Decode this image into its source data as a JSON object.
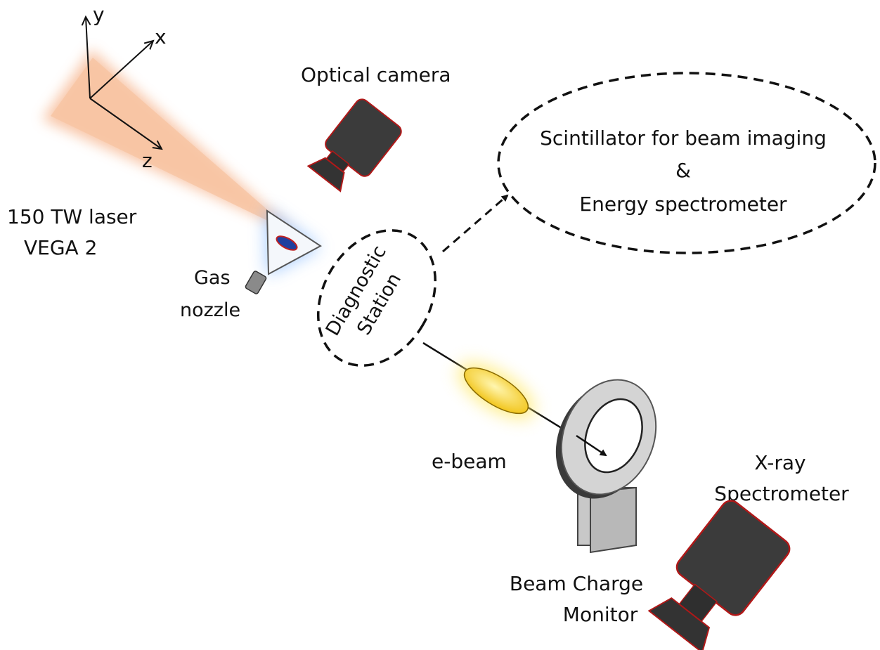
{
  "axes": {
    "x": "x",
    "y": "y",
    "z": "z"
  },
  "laser": {
    "line1": "150 TW laser",
    "line2": "VEGA 2"
  },
  "gas_nozzle": {
    "line1": "Gas",
    "line2": "nozzle"
  },
  "optical_camera": {
    "label": "Optical camera"
  },
  "diagnostic_station": {
    "line1": "Diagnostic",
    "line2": "Station"
  },
  "scintillator": {
    "line1": "Scintillator for beam imaging",
    "line2": "&",
    "line3": "Energy spectrometer"
  },
  "ebeam": {
    "label": "e-beam"
  },
  "bcm": {
    "line1": "Beam Charge",
    "line2": "Monitor"
  },
  "xray": {
    "line1": "X-ray",
    "line2": "Spectrometer"
  },
  "colors": {
    "laser": "#f6b48c",
    "plasma_glow": "#7fb6ff",
    "plasma_core": "#1f3f9f",
    "beam": "#ffd84a",
    "camera_body": "#3b3b3b",
    "camera_edge": "#b01818",
    "ring": "#d0d0d0"
  }
}
